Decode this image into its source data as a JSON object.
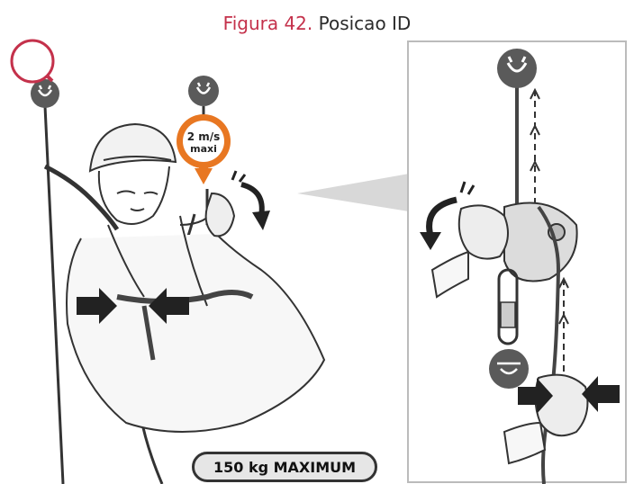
{
  "caption": {
    "label": "Figura 42.",
    "text": "Posicao ID"
  },
  "speed_badge": {
    "value": "2 m/s",
    "unit": "maxi"
  },
  "max_load_label": "150 kg MAXIMUM",
  "colors": {
    "caption_label": "#c4314b",
    "caption_text": "#2b2b2b",
    "speed_badge": "#e87722",
    "anchor_icon": "#555555",
    "highlight_circle": "#c4314b"
  },
  "icons": [
    "anchor-icon",
    "harness-icon",
    "magnifier-icon",
    "rotation-arrow-icon",
    "press-arrow-icon"
  ]
}
